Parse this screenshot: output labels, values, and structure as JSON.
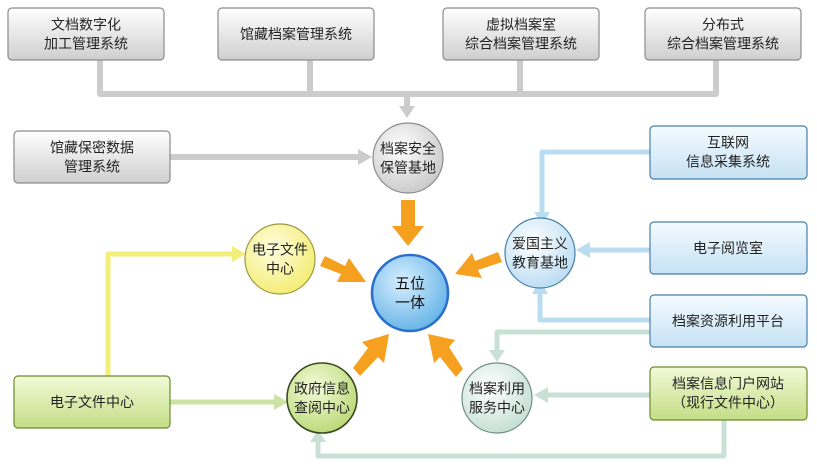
{
  "nodes": {
    "digitization": {
      "lines": [
        "文档数字化",
        "加工管理系统"
      ]
    },
    "collection_mgmt": {
      "lines": [
        "馆藏档案管理系统"
      ]
    },
    "virtual_archive": {
      "lines": [
        "虚拟档案室",
        "综合档案管理系统"
      ]
    },
    "distributed": {
      "lines": [
        "分布式",
        "综合档案管理系统"
      ]
    },
    "confidential": {
      "lines": [
        "馆藏保密数据",
        "管理系统"
      ]
    },
    "security_base": {
      "lines": [
        "档案安全",
        "保管基地"
      ]
    },
    "internet": {
      "lines": [
        "互联网",
        "信息采集系统"
      ]
    },
    "patriotic_base": {
      "lines": [
        "爱国主义",
        "教育基地"
      ]
    },
    "reading_room": {
      "lines": [
        "电子阅览室"
      ]
    },
    "e_file_center_circle": {
      "lines": [
        "电子文件",
        "中心"
      ]
    },
    "center": {
      "lines": [
        "五位",
        "一体"
      ]
    },
    "resource_platform": {
      "lines": [
        "档案资源利用平台"
      ]
    },
    "e_file_center_box": {
      "lines": [
        "电子文件中心"
      ]
    },
    "gov_info": {
      "lines": [
        "政府信息",
        "查阅中心"
      ]
    },
    "utilization": {
      "lines": [
        "档案利用",
        "服务中心"
      ]
    },
    "portal": {
      "lines": [
        "档案信息门户网站",
        "（现行文件中心）"
      ]
    }
  },
  "colors": {
    "gray_fill": "#d9d9d9",
    "gray_stroke": "#8c8c8c",
    "gray_line": "#cccccc",
    "blue_fill": "#d5eaf7",
    "blue_stroke": "#4a7fa8",
    "blue_line": "#b9dcf0",
    "yellow_fill": "#fbf69a",
    "yellow_stroke": "#9a9a40",
    "yellow_line": "#f2ee78",
    "green_fill": "#cfe597",
    "green_stroke": "#6c8a30",
    "green_line": "#cde3a4",
    "teal_fill": "#d6ebe3",
    "teal_stroke": "#6f8f84",
    "teal_line": "#c8e0d6",
    "center_fill": "#7cc1ec",
    "center_stroke": "#2a6fd0",
    "orange": "#f5a01e"
  }
}
